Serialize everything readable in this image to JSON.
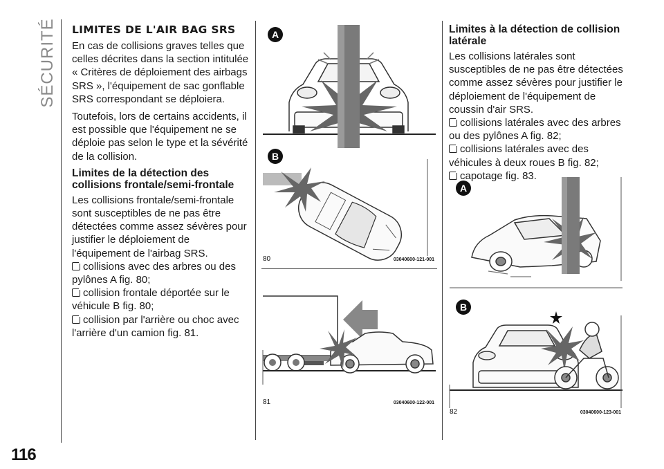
{
  "side_tab": "SÉCURITÉ",
  "page_number": "116",
  "col1": {
    "title": "LIMITES DE L'AIR BAG SRS",
    "para1": "En cas de collisions graves telles que celles décrites dans la section intitulée « Critères de déploiement des airbags SRS », l'équipement de sac gonflable SRS correspondant se déploiera.",
    "para2": "Toutefois, lors de certains accidents, il est possible que l'équipement ne se déploie pas selon le type et la sévérité de la collision.",
    "subtitle": "Limites de la détection des collisions frontale/semi-frontale",
    "para3": "Les collisions frontale/semi-frontale sont susceptibles de ne pas être détectées comme assez sévères pour justifier le déploiement de l'équipement de l'airbag SRS.",
    "items": [
      "collisions avec des arbres ou des pylônes A  fig. 80;",
      "collision frontale déportée sur le véhicule B  fig. 80;",
      "collision par l'arrière ou choc avec l'arrière d'un camion  fig. 81."
    ]
  },
  "col3": {
    "subtitle": "Limites à la détection de collision latérale",
    "para": "Les collisions latérales sont susceptibles de ne pas être détectées comme assez sévères pour justifier le déploiement de l'équipement de coussin d'air SRS.",
    "items": [
      "collisions latérales avec des arbres ou des pylônes A  fig. 82;",
      "collisions latérales avec des véhicules à deux roues B  fig. 82;",
      "capotage fig. 83."
    ]
  },
  "figures": {
    "fig80": {
      "number": "80",
      "code": "03040600-121-001",
      "label_a": "A",
      "label_b": "B"
    },
    "fig81": {
      "number": "81",
      "code": "03040600-122-001"
    },
    "fig82": {
      "number": "82",
      "code": "03040600-123-001",
      "label_a": "A",
      "label_b": "B"
    }
  }
}
